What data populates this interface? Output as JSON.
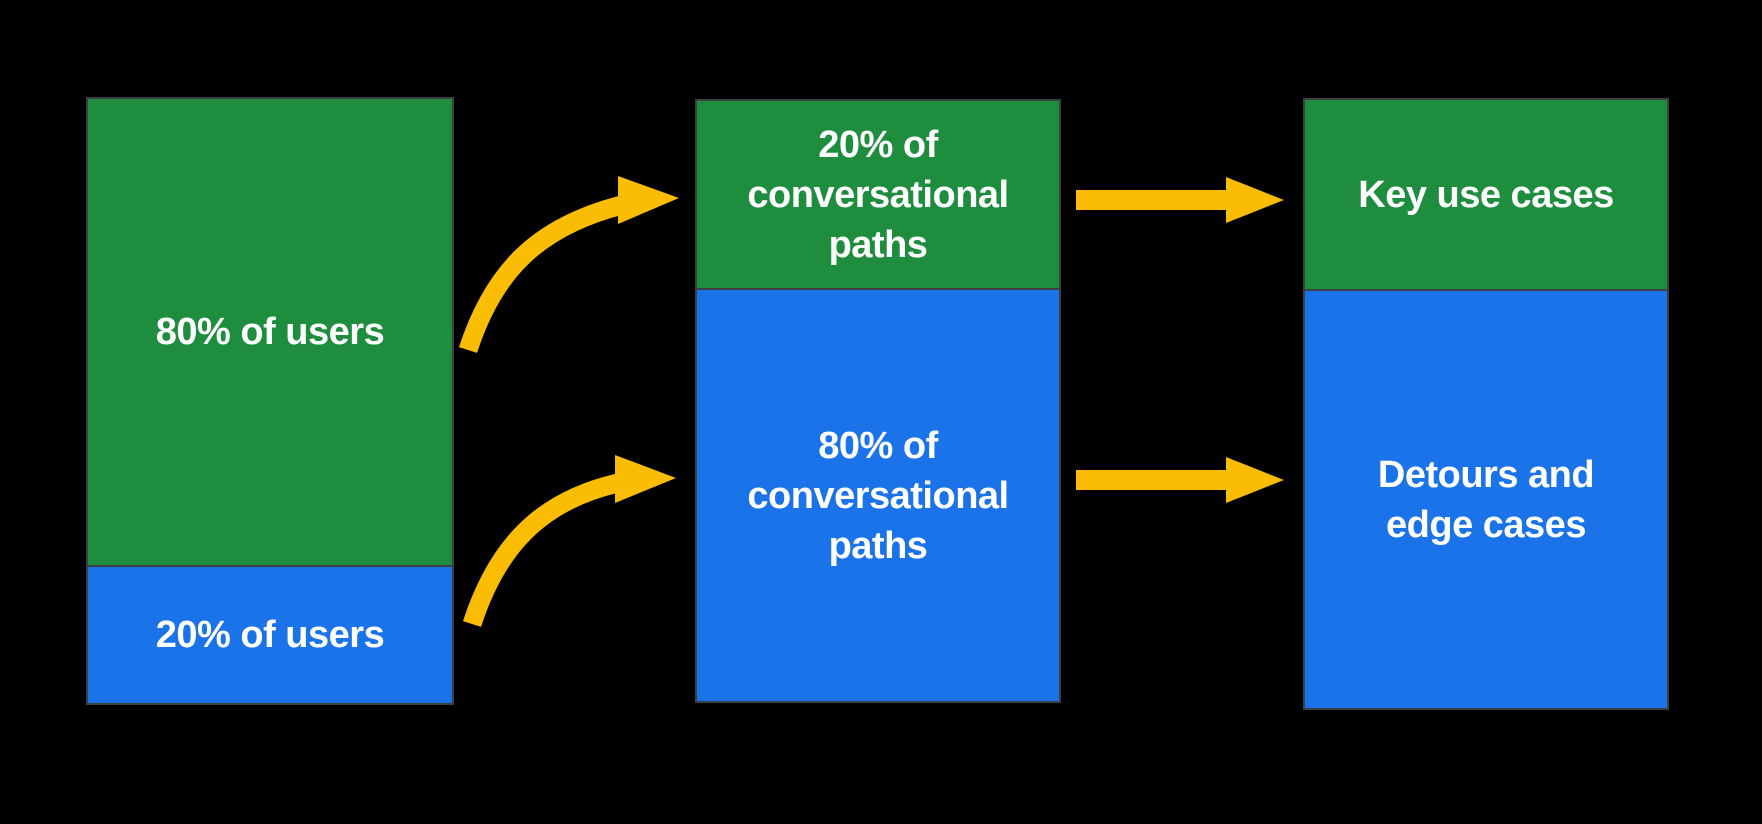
{
  "diagram": {
    "background": "#000000",
    "colors": {
      "green": "#1E8E3E",
      "blue": "#1A73E8",
      "yellow": "#FBBC04",
      "border": "#3C4043",
      "text": "#FFFFFF",
      "background": "#000000"
    },
    "columns": [
      {
        "id": "users",
        "segments": [
          {
            "color": "green",
            "label": "80% of users"
          },
          {
            "color": "blue",
            "label": "20% of users"
          }
        ]
      },
      {
        "id": "conversational-paths",
        "segments": [
          {
            "color": "green",
            "label": "20% of\nconversational\npaths"
          },
          {
            "color": "blue",
            "label": "80% of\nconversational\npaths"
          }
        ]
      },
      {
        "id": "use-cases",
        "segments": [
          {
            "color": "green",
            "label": "Key use cases"
          },
          {
            "color": "blue",
            "label": "Detours and\nedge cases"
          }
        ]
      }
    ],
    "arrows": [
      {
        "name": "curved-arrow-top",
        "from": "80% of users",
        "to": "20% of conversational paths"
      },
      {
        "name": "curved-arrow-bottom",
        "from": "20% of users",
        "to": "80% of conversational paths"
      },
      {
        "name": "straight-arrow-top",
        "from": "20% of conversational paths",
        "to": "Key use cases"
      },
      {
        "name": "straight-arrow-bottom",
        "from": "80% of conversational paths",
        "to": "Detours and edge cases"
      }
    ]
  }
}
